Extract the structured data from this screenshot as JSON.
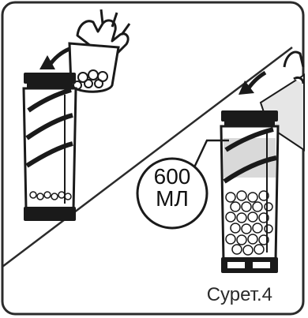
{
  "figure": {
    "caption": "Сурет.4",
    "volume_amount": "600",
    "volume_unit": "МЛ"
  },
  "colors": {
    "outline": "#1a1a1a",
    "frame": "#2b2b2b",
    "bottle_fill": "#ffffff",
    "shade": "#d9d9d9",
    "jug_fill": "#e6e6e6",
    "caption_text": "#2a2a2a"
  },
  "icons": [
    "pour-ice-arrow-icon",
    "pour-water-arrow-icon",
    "hand-icon",
    "ice-cubes-icon",
    "water-jug-icon"
  ]
}
